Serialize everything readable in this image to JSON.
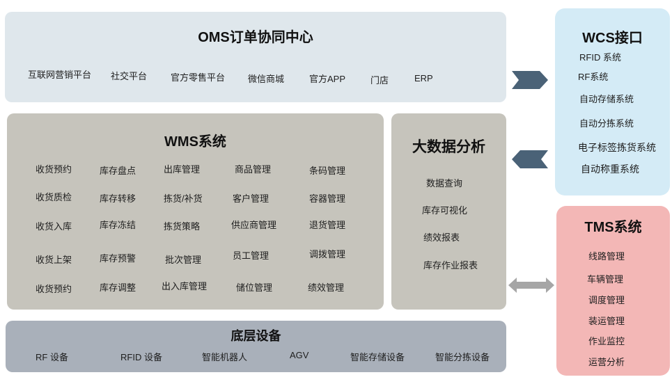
{
  "colors": {
    "oms_bg": "#dfe7ec",
    "wms_bg": "#c6c4bc",
    "analytics_bg": "#c6c4bc",
    "device_bg": "#a9b0ba",
    "wcs_bg": "#d4ebf6",
    "tms_bg": "#f3b7b6",
    "arrow_dark": "#4a6277",
    "arrow_gray": "#a6a6a6"
  },
  "oms": {
    "title": "OMS订单协同中心",
    "items": [
      "互联网营销平台",
      "社交平台",
      "官方零售平台",
      "微信商城",
      "官方APP",
      "门店",
      "ERP"
    ]
  },
  "wms": {
    "title": "WMS系统",
    "rows": [
      [
        "收货预约",
        "库存盘点",
        "出库管理",
        "商品管理",
        "条码管理"
      ],
      [
        "收货质检",
        "库存转移",
        "拣货/补货",
        "客户管理",
        "容器管理"
      ],
      [
        "收货入库",
        "库存冻结",
        "拣货策略",
        "供应商管理",
        "退货管理"
      ],
      [
        "收货上架",
        "库存预警",
        "批次管理",
        "员工管理",
        "调拨管理"
      ],
      [
        "收货预约",
        "库存调整",
        "出入库管理",
        "储位管理",
        "绩效管理"
      ]
    ]
  },
  "analytics": {
    "title": "大数据分析",
    "items": [
      "数据查询",
      "库存可视化",
      "绩效报表",
      "库存作业报表"
    ]
  },
  "devices": {
    "title": "底层设备",
    "items": [
      "RF 设备",
      "RFID 设备",
      "智能机器人",
      "AGV",
      "智能存储设备",
      "智能分拣设备"
    ]
  },
  "wcs": {
    "title": "WCS接口",
    "items": [
      "RFID 系统",
      "RF系统",
      "自动存储系统",
      "自动分拣系统",
      "电子标签拣货系统",
      "自动称重系统"
    ]
  },
  "tms": {
    "title": "TMS系统",
    "items": [
      "线路管理",
      "车辆管理",
      "调度管理",
      "装运管理",
      "作业监控",
      "运营分析"
    ]
  }
}
